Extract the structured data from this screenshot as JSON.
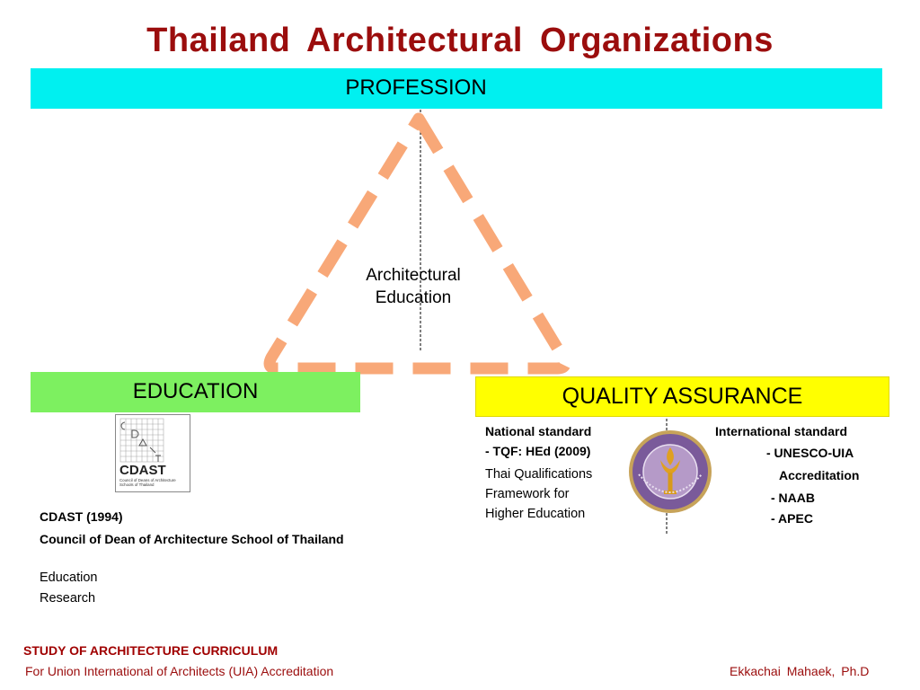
{
  "title": "Thailand  Architectural  Organizations",
  "profession": {
    "label": "PROFESSION"
  },
  "center": {
    "line1": "Architectural",
    "line2": "Education"
  },
  "education": {
    "label": "EDUCATION",
    "logo_text": "CDAST",
    "logo_caption_1": "Council of Deans of Architecture",
    "logo_caption_2": "Schools of Thailand",
    "lines": {
      "org_year": "CDAST (1994)",
      "org_name": "Council of Dean of Architecture School of Thailand",
      "role_1": "Education",
      "role_2": "Research"
    }
  },
  "quality": {
    "label": "QUALITY ASSURANCE",
    "national": {
      "heading": "National standard",
      "item": "- TQF: HEd (2009)",
      "desc_1": "Thai Qualifications",
      "desc_2": "Framework for",
      "desc_3": "Higher Education"
    },
    "international": {
      "heading": "International standard",
      "item_1": "- UNESCO-UIA",
      "item_1b": "Accreditation",
      "item_2": "- NAAB",
      "item_3": "- APEC"
    },
    "seal_icon": "ohec-seal-icon"
  },
  "footer": {
    "title": "STUDY OF ARCHITECTURE CURRICULUM",
    "subtitle": "For Union International of Architects (UIA) Accreditation",
    "author": "Ekkachai  Mahaek, Ph.D"
  },
  "colors": {
    "title": "#9b0d0d",
    "profession": "#00f0f0",
    "education": "#7df060",
    "quality": "#ffff00",
    "triangle": "#f8a878"
  }
}
